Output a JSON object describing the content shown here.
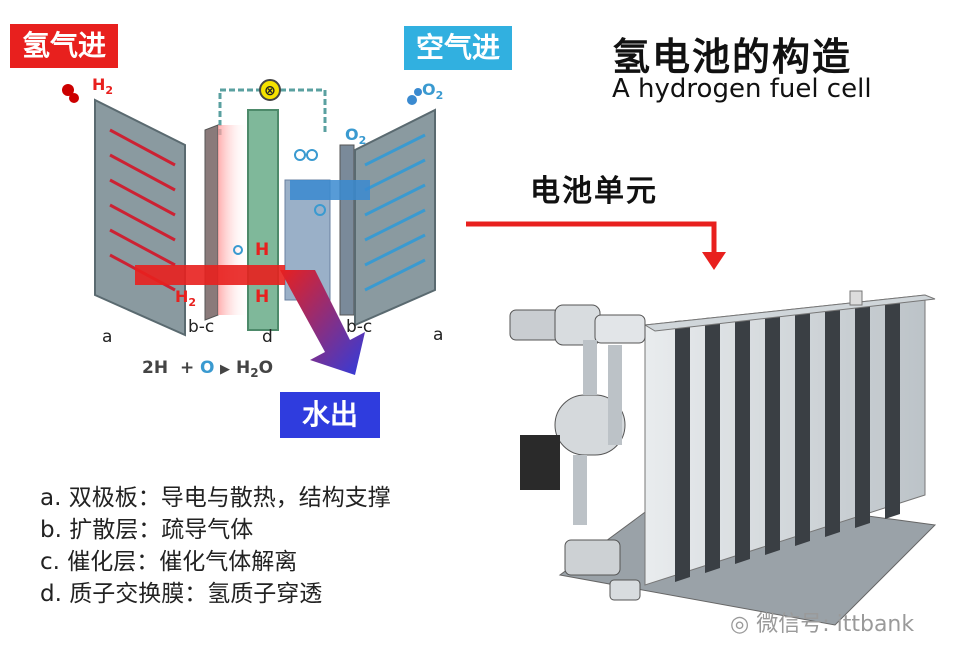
{
  "tags": {
    "hydrogen_in": "氢气进",
    "air_in": "空气进",
    "water_out": "水出"
  },
  "title": {
    "cn": "氢电池的构造",
    "en": "A hydrogen fuel cell"
  },
  "cell_unit_label": "电池单元",
  "diagram": {
    "h2_label": "H",
    "h2_sub": "2",
    "h2_bottom_label": "H",
    "h2_bottom_sub": "2",
    "o2_label": "O",
    "o2_sub": "2",
    "o2_mid_label": "O",
    "o2_mid_sub": "2",
    "hplus_top": "H",
    "hplus_bottom": "H",
    "layer_labels": [
      "a",
      "b-c",
      "d",
      "b-c",
      "a"
    ],
    "equation": {
      "left": "2H",
      "plus": "+",
      "o": "O",
      "arrow": "▶",
      "right": "H",
      "right_sub": "2",
      "right_o": "O"
    }
  },
  "legend": [
    {
      "key": "a.",
      "text": "双极板：导电与散热，结构支撑"
    },
    {
      "key": "b.",
      "text": "扩散层：疏导气体"
    },
    {
      "key": "c.",
      "text": "催化层：催化气体解离"
    },
    {
      "key": "d.",
      "text": "质子交换膜：氢质子穿透"
    }
  ],
  "watermark": "微信号: ittbank",
  "colors": {
    "red": "#e8201e",
    "cyan": "#31b0e0",
    "blue": "#2f3cde",
    "plate_gray": "#8a9aa0",
    "membrane_green": "#7fb89a"
  }
}
